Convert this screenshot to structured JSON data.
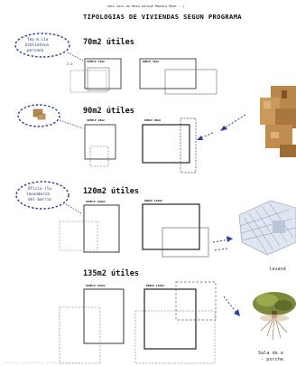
{
  "header_note": "(mes vais ao Mesa parqué Maaato Madr...)",
  "title": "TIPOLOGIAS DE VIVIENDAS SEGUN PROGRAMA",
  "sections": [
    {
      "heading": "70m2 útiles",
      "plan_a": "SIMPLE 70m2",
      "plan_b": "DOBLE 70m2"
    },
    {
      "heading": "90m2 útiles",
      "plan_a": "SIMPLE 90m2",
      "plan_b": "DOBLE 90m2"
    },
    {
      "heading": "120m2 útiles",
      "plan_a": "SIMPLE 120m2",
      "plan_b": "DOBLE 120m2"
    },
    {
      "heading": "135m2 útiles",
      "plan_a": "SIMPLE 135m2",
      "plan_b": "DOBLE 135m2"
    }
  ],
  "bubbles": {
    "b1": [
      "Tea m ile",
      "biblioteca",
      "persona"
    ],
    "b2": [
      "Oficio (la",
      "lavandería",
      "del barrio"
    ]
  },
  "small_labels": {
    "n1": "2.5"
  },
  "captions": {
    "lavanderia": "lavand",
    "sala1": "Sala de e",
    "sala2": "- porche"
  },
  "footer_note": "........ ............ ........ ........"
}
